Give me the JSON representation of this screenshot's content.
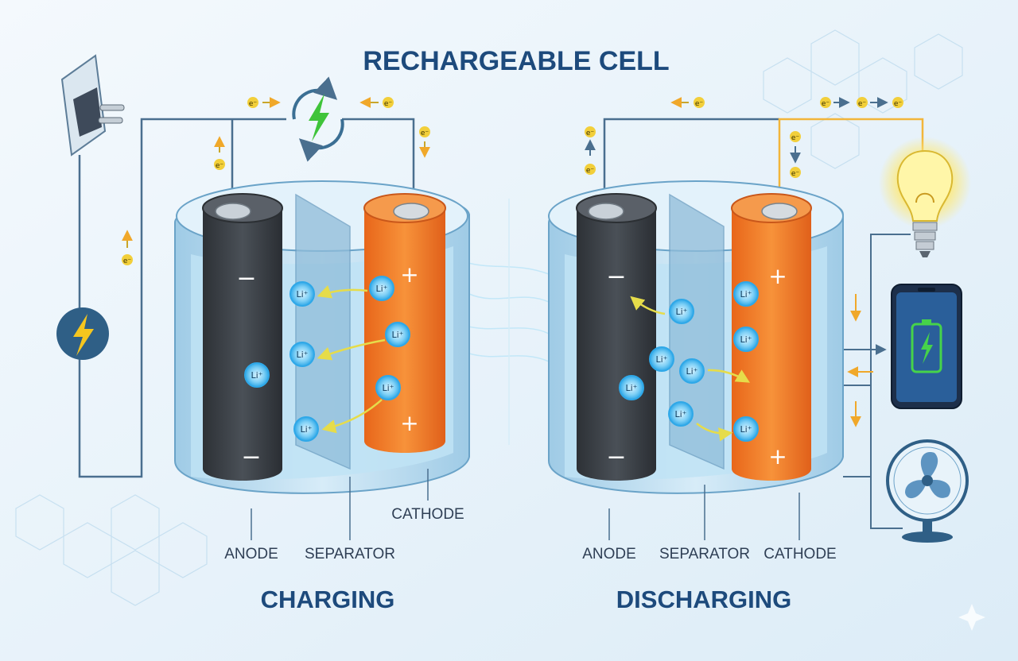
{
  "title": "RECHARGEABLE CELL",
  "electron": "e⁻",
  "ion": "Li⁺",
  "charging": {
    "heading": "CHARGING",
    "anode": "ANODE",
    "separator": "SEPARATOR",
    "cathode": "CATHODE",
    "minus": "−",
    "plus": "+"
  },
  "discharging": {
    "heading": "DISCHARGING",
    "anode": "ANODE",
    "separator": "SEPARATOR",
    "cathode": "CATHODE",
    "minus": "−",
    "plus": "+"
  },
  "icons": {
    "plug": "power-plug-icon",
    "charger": "charge-cycle-icon",
    "power_source": "lightning-icon",
    "bulb": "light-bulb-icon",
    "phone": "smartphone-battery-icon",
    "fan": "fan-icon"
  },
  "colors": {
    "background": "#eaf4fb",
    "title": "#1d4a7c",
    "anode": "#3a3f45",
    "cathode": "#f07a22",
    "electrolyte": "#bfe3f5",
    "ion": "#2fa8e8",
    "electron": "#e8b923",
    "wire": "#4a6f8f",
    "load_wire": "#f2b53a",
    "ion_arrow": "#e0e060"
  }
}
